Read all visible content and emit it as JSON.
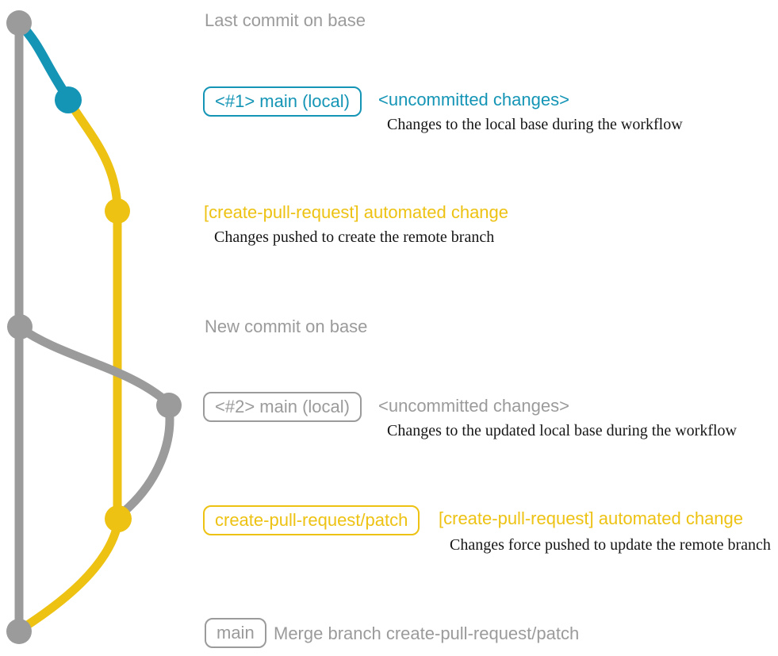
{
  "colors": {
    "base_gray": "#9b9b9b",
    "local_blue": "#1595b6",
    "branch_yellow": "#edc213",
    "note_black": "#161616"
  },
  "graph": {
    "commits": [
      {
        "name": "last-commit-on-base",
        "color": "gray"
      },
      {
        "name": "main-local-1",
        "color": "blue"
      },
      {
        "name": "automated-change-1",
        "color": "yellow"
      },
      {
        "name": "new-commit-on-base",
        "color": "gray"
      },
      {
        "name": "main-local-2",
        "color": "gray"
      },
      {
        "name": "automated-change-2",
        "color": "yellow"
      },
      {
        "name": "merge-commit",
        "color": "gray"
      }
    ],
    "branches": [
      {
        "name": "base",
        "color": "gray"
      },
      {
        "name": "main-local",
        "color": "blue"
      },
      {
        "name": "create-pull-request/patch",
        "color": "yellow"
      }
    ]
  },
  "annotations": {
    "last_commit": {
      "title": "Last commit on base"
    },
    "main_local_1": {
      "branch_label": "<#1> main (local)",
      "status": "<uncommitted changes>",
      "note": "Changes to the local base during the workflow"
    },
    "automated_change_1": {
      "title": "[create-pull-request] automated change",
      "note": "Changes pushed to create the remote branch"
    },
    "new_commit": {
      "title": "New commit on base"
    },
    "main_local_2": {
      "branch_label": "<#2> main (local)",
      "status": "<uncommitted changes>",
      "note": "Changes to the updated local base during the workflow"
    },
    "automated_change_2": {
      "branch_label": "create-pull-request/patch",
      "title": "[create-pull-request] automated change",
      "note": "Changes force pushed to update the remote branch"
    },
    "merge": {
      "branch_label": "main",
      "title": "Merge branch create-pull-request/patch"
    }
  }
}
